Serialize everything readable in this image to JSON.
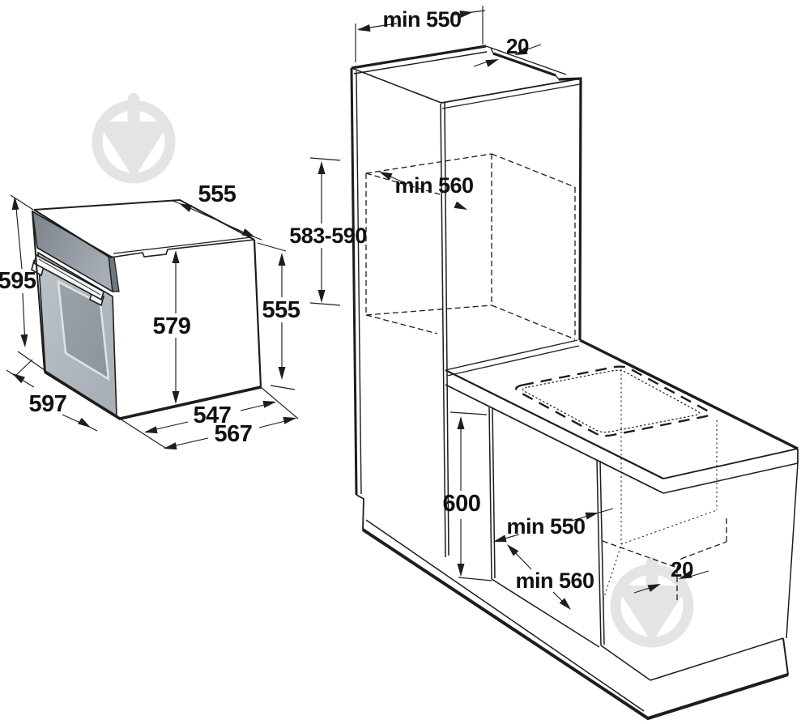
{
  "figure": {
    "type": "oven built-in installation dimension diagram",
    "background": "#ffffff"
  },
  "colors": {
    "line": "#1d1d1b",
    "watermark": "#e4e4e4",
    "panel_dark": "#7e858d",
    "panel_light": "#a3aab1",
    "door_face": "#b4bac1",
    "door_window": "#979ea5"
  },
  "oven_figure": {
    "labels": {
      "top_depth": "555",
      "front_height": "595",
      "body_height": "579",
      "rear_height": "555",
      "front_width": "597",
      "bottom_depth": "547",
      "bottom_total_depth": "567"
    }
  },
  "cabinet_figure": {
    "labels": {
      "top_min_width": "min 550",
      "top_rear_gap": "20",
      "upper_niche_depth": "min 560",
      "upper_niche_height": "583-590",
      "lower_niche_height": "600",
      "lower_niche_width": "min 550",
      "lower_niche_depth": "min 560",
      "lower_rear_gap": "20"
    }
  }
}
